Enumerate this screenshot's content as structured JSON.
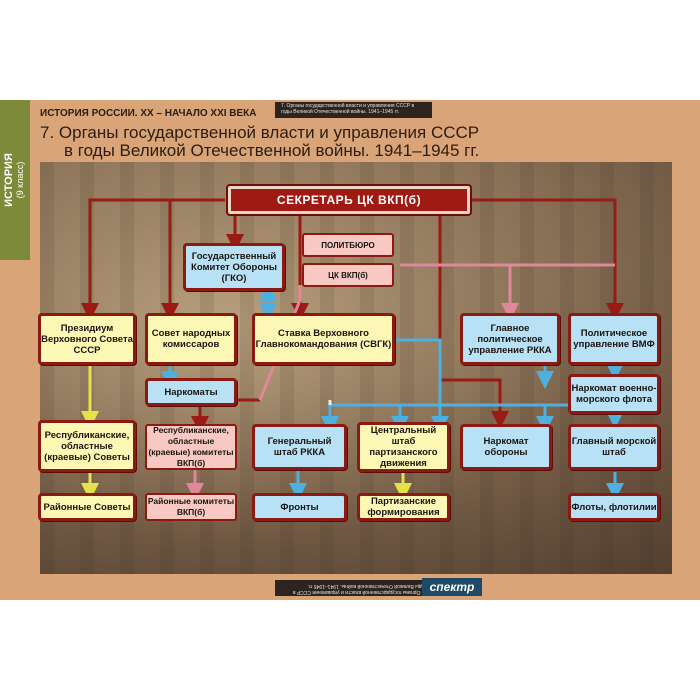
{
  "poster": {
    "side_title": "ИСТОРИЯ",
    "side_sub": "(9 класс)",
    "series": "ИСТОРИЯ РОССИИ. XX – НАЧАЛО XXI ВЕКА",
    "title_line1": "7. Органы государственной власти и управления СССР",
    "title_line2": "в годы Великой Отечественной войны. 1941–1945 гг.",
    "mini_top": "7. Органы государственной власти и управления СССР в годы Великой Отечественной войны. 1941–1945 гг.",
    "mini_bottom": "7. Органы государственной власти и управления СССР в годы Великой Отечественной войны. 1941–1945 гг.",
    "logo": "спектр"
  },
  "nodes": {
    "secretary": "СЕКРЕТАРЬ ЦК ВКП(б)",
    "politburo": "ПОЛИТБЮРО",
    "ck": "ЦК ВКП(б)",
    "gko": "Государственный Комитет Обороны (ГКО)",
    "presidium": "Президиум Верховного Совета СССР",
    "snk": "Совет народных комиссаров",
    "stavka": "Ставка Верховного Главнокомандования (СВГК)",
    "gpu_rkka": "Главное политическое управление РККА",
    "pu_vmf": "Политическое управление ВМФ",
    "narkomaty": "Наркоматы",
    "nk_vmf": "Наркомат военно-морского флота",
    "rep_sovety": "Республиканские, областные (краевые) Советы",
    "rep_komitety": "Республиканские, областные (краевые) комитеты ВКП(б)",
    "genshtab": "Генеральный штаб РККА",
    "cshpd": "Центральный штаб партизанского движения",
    "nko": "Наркомат обороны",
    "gms": "Главный морской штаб",
    "raisovety": "Районные Советы",
    "raikomy": "Районные комитеты ВКП(б)",
    "fronty": "Фронты",
    "partizany": "Партизанские формирования",
    "floty": "Флоты, флотилии"
  }
}
